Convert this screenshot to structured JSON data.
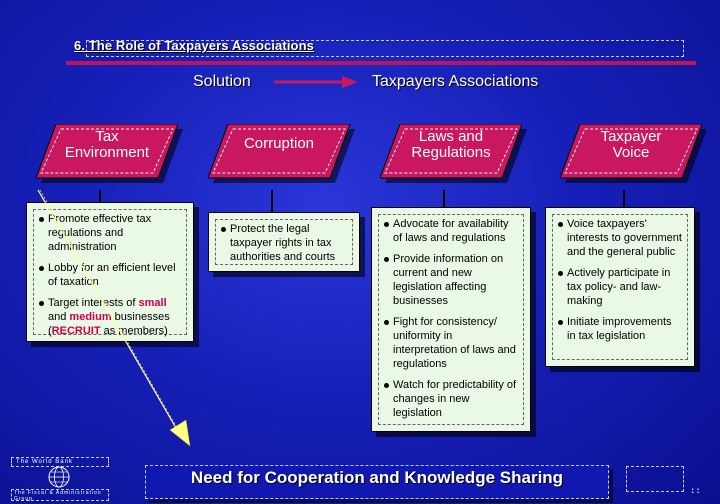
{
  "header": {
    "title": "6. The Role of Taxpayers Associations",
    "solution_label": "Solution",
    "associations_label": "Taxpayers Associations"
  },
  "columns": [
    {
      "heading": "Tax Environment",
      "bullets": [
        {
          "parts": [
            {
              "text": "Promote effective tax regulations and administration"
            }
          ]
        },
        {
          "parts": [
            {
              "text": "Lobby for an  efficient level of taxation"
            }
          ]
        },
        {
          "parts": [
            {
              "text": "Target interests of "
            },
            {
              "text": "small",
              "hl": true
            },
            {
              "text": " and "
            },
            {
              "text": "medium",
              "hl": true
            },
            {
              "text": " businesses ("
            },
            {
              "text": "RECRUIT",
              "hl": true
            },
            {
              "text": " as members)"
            }
          ]
        }
      ]
    },
    {
      "heading": "Corruption",
      "bullets": [
        {
          "parts": [
            {
              "text": "Protect the legal taxpayer rights in tax authorities and courts"
            }
          ]
        }
      ]
    },
    {
      "heading": "Laws and Regulations",
      "bullets": [
        {
          "parts": [
            {
              "text": "Advocate for availability of laws and regulations"
            }
          ]
        },
        {
          "parts": [
            {
              "text": "Provide information on current and new legislation affecting businesses"
            }
          ]
        },
        {
          "parts": [
            {
              "text": "Fight for consistency/ uniformity in interpretation of laws and regulations"
            }
          ]
        },
        {
          "parts": [
            {
              "text": "Watch for predictability of changes in new legislation"
            }
          ]
        }
      ]
    },
    {
      "heading": "Taxpayer Voice",
      "bullets": [
        {
          "parts": [
            {
              "text": "Voice taxpayers' interests to government and the general public"
            }
          ]
        },
        {
          "parts": [
            {
              "text": "Actively participate in tax policy- and law-making"
            }
          ]
        },
        {
          "parts": [
            {
              "text": "Initiate improvements in tax legislation"
            }
          ]
        }
      ]
    }
  ],
  "footer": {
    "text": "Need for Cooperation and Knowledge Sharing"
  },
  "logos": {
    "top": "The World Bank",
    "bottom": "The Fiscal & Administration Group"
  },
  "colors": {
    "background": "#1620b8",
    "accent": "#c9185f",
    "card": "#e9f9e6",
    "highlight": "#d0004a",
    "arrow": "#ffff80"
  },
  "icons": [
    "right-arrow-icon",
    "diagonal-arrow-icon",
    "globe-icon"
  ]
}
